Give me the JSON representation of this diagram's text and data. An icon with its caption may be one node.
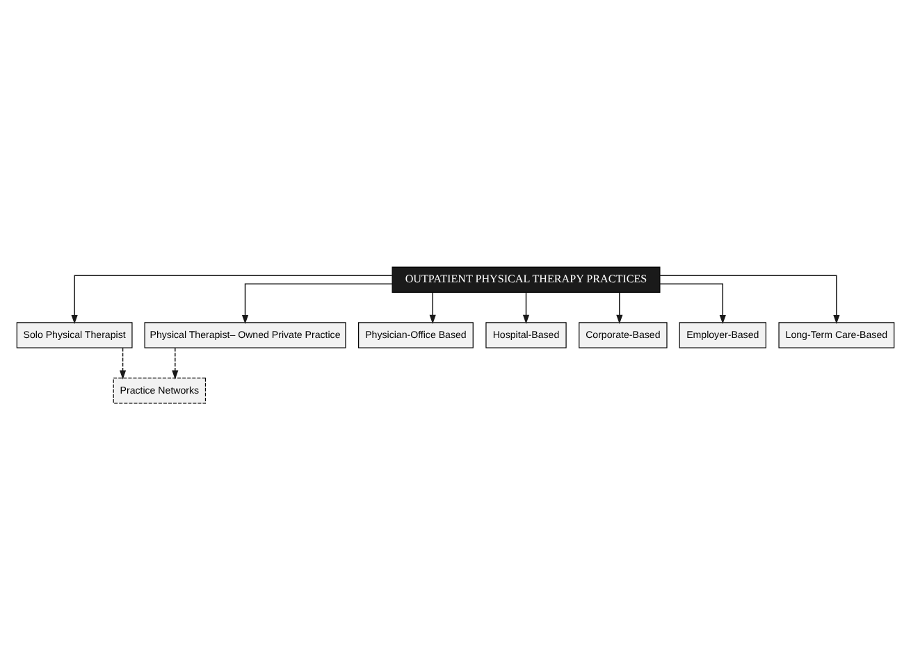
{
  "diagram": {
    "nodes": [
      {
        "text": [
          "OUTPATIENT PHYSICAL THERAPY PRACTICES"
        ]
      },
      {
        "text": [
          "Solo Physical Therapist"
        ]
      },
      {
        "text": [
          "Physical Therapist– Owned Private Practice"
        ]
      },
      {
        "text": [
          "Practice Networks"
        ]
      },
      {
        "text": [
          "Physician-Office Based"
        ]
      },
      {
        "text": [
          "Hospital-Based"
        ]
      },
      {
        "text": [
          "Corporate-Based"
        ]
      },
      {
        "text": [
          "Employer-Based"
        ]
      },
      {
        "text": [
          "Long-Term Care-Based"
        ]
      }
    ],
    "edges": [
      {
        "from": 0,
        "to": 1,
        "arrow": "to"
      },
      {
        "from": 0,
        "to": 2,
        "arrow": "to"
      },
      {
        "from": 0,
        "to": 4,
        "arrow": "to"
      },
      {
        "from": 0,
        "to": 5,
        "arrow": "to"
      },
      {
        "from": 0,
        "to": 6,
        "arrow": "to"
      },
      {
        "from": 0,
        "to": 7,
        "arrow": "to"
      },
      {
        "from": 0,
        "to": 8,
        "arrow": "to"
      },
      {
        "from": 2,
        "to": 3,
        "arrow": "to",
        "style": "dashed"
      },
      {
        "from": 1,
        "to": 3,
        "arrow": "to",
        "style": "dashed"
      }
    ]
  }
}
